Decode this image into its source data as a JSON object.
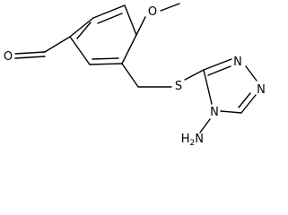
{
  "molecule": {
    "atoms": {
      "aldehyde_oxygen": "O",
      "methoxy_oxygen": "O",
      "sulfur": "S",
      "triazole_n1": "N",
      "triazole_n2": "N",
      "triazole_n4": "N",
      "amino_h": "H",
      "amino_h_count": "2",
      "amino_n": "N"
    }
  }
}
